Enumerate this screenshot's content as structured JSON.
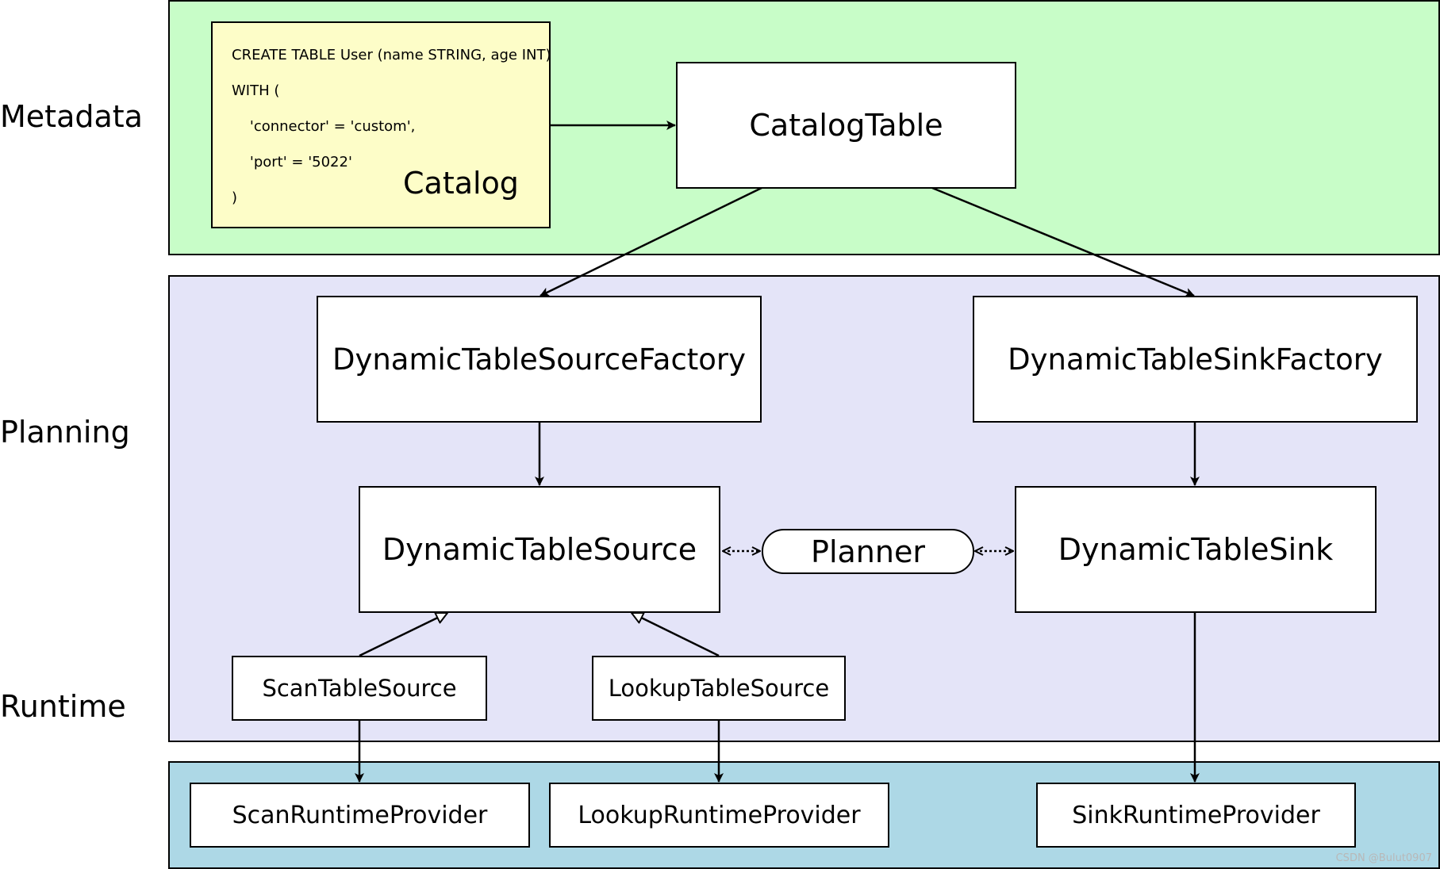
{
  "layers": {
    "metadata": "Metadata",
    "planning": "Planning",
    "runtime": "Runtime"
  },
  "colors": {
    "metadata_bg": "#c8fdc8",
    "planning_bg": "#e4e4f8",
    "runtime_bg": "#add8e6",
    "catalog_bg": "#fdfdc8"
  },
  "catalog": {
    "label": "Catalog",
    "code": [
      "CREATE TABLE User (name STRING, age INT)",
      "WITH (",
      "    'connector' = 'custom',",
      "    'port' = '5022'",
      ")"
    ]
  },
  "nodes": {
    "catalog_table": "CatalogTable",
    "source_factory": "DynamicTableSourceFactory",
    "sink_factory": "DynamicTableSinkFactory",
    "dynamic_source": "DynamicTableSource",
    "planner": "Planner",
    "dynamic_sink": "DynamicTableSink",
    "scan_source": "ScanTableSource",
    "lookup_source": "LookupTableSource",
    "scan_provider": "ScanRuntimeProvider",
    "lookup_provider": "LookupRuntimeProvider",
    "sink_provider": "SinkRuntimeProvider"
  },
  "watermark": "CSDN @Bulut0907"
}
